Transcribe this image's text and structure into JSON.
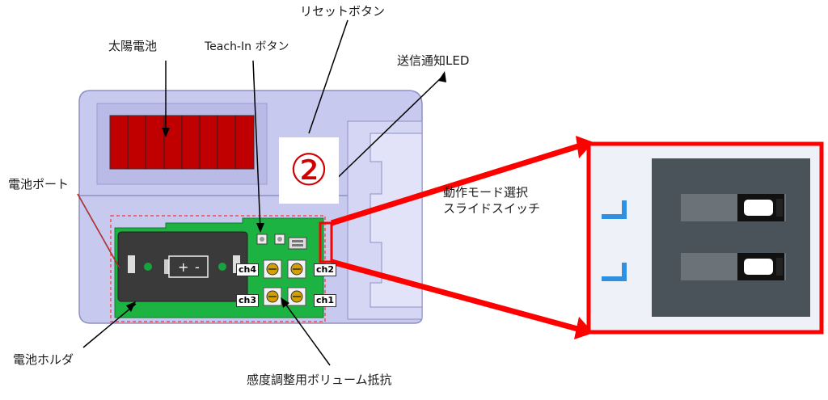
{
  "labels": {
    "solar_cell": "太陽電池",
    "teach_in_button": "Teach-In ボタン",
    "reset_button": "リセットボタン",
    "transmit_led": "送信通知LED",
    "battery_port": "電池ポート",
    "mode_switch_line1": "動作モード選択",
    "mode_switch_line2": "スライドスイッチ",
    "battery_holder": "電池ホルダ",
    "sensitivity_resistor": "感度調整用ボリューム抵抗"
  },
  "channels": {
    "ch1": "ch1",
    "ch2": "ch2",
    "ch3": "ch3",
    "ch4": "ch4"
  },
  "badge": "②",
  "battery_symbol": {
    "plus": "+",
    "minus": "-"
  },
  "colors": {
    "housing": "#c7c9ee",
    "solar": "#c00000",
    "pcb": "#1db342",
    "highlight": "#ff0000",
    "switch_panel": "#4a525a"
  }
}
